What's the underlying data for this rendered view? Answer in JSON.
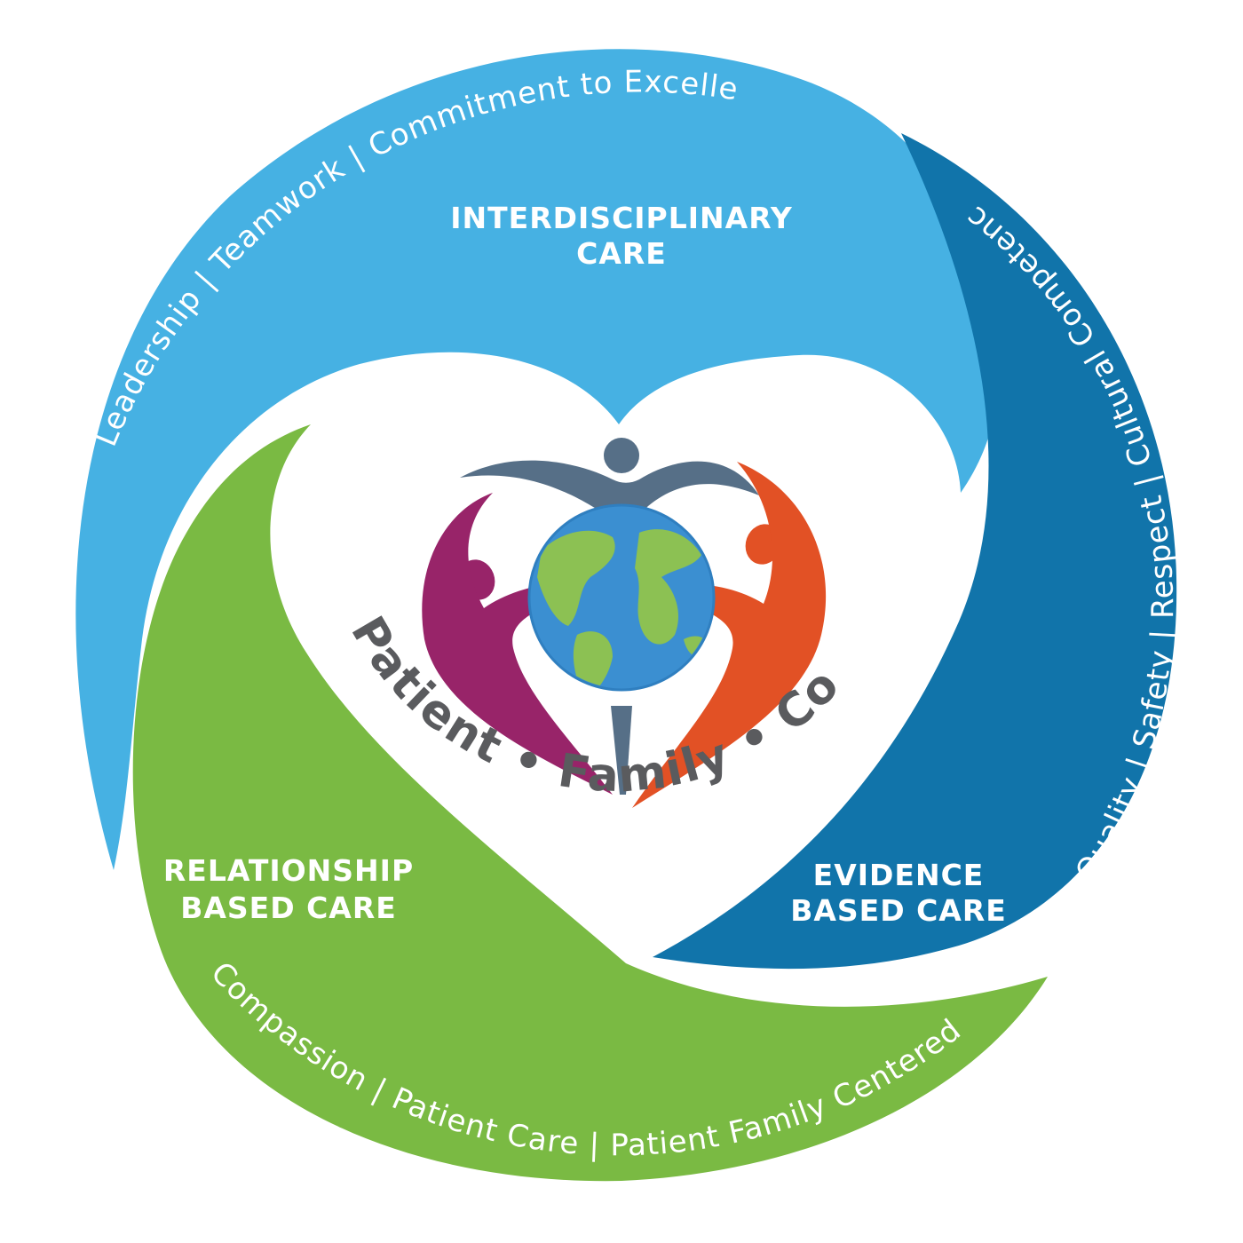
{
  "colors": {
    "interdisciplinary": "#46b1e3",
    "evidence": "#1174aa",
    "relationship": "#7aba43",
    "center_text": "#5a5b5e",
    "figure_top": "#566f87",
    "figure_left": "#982469",
    "figure_right": "#e25125",
    "globe_ocean": "#3b8fd1",
    "globe_land": "#8cc153"
  },
  "pillars": {
    "interdisciplinary": {
      "line1": "INTERDISCIPLINARY",
      "line2": "CARE",
      "values": "Leadership | Teamwork | Commitment to Excellence"
    },
    "evidence": {
      "line1": "EVIDENCE",
      "line2": "BASED CARE",
      "values": "Quality | Safety | Respect | Cultural Competence"
    },
    "relationship": {
      "line1": "RELATIONSHIP",
      "line2": "BASED CARE",
      "values": "Compassion | Patient Care | Patient Family Centered Care"
    }
  },
  "center": {
    "text": "Patient • Family • Community",
    "icons": [
      "globe-icon",
      "person-figure-icon",
      "heart-icon"
    ]
  }
}
